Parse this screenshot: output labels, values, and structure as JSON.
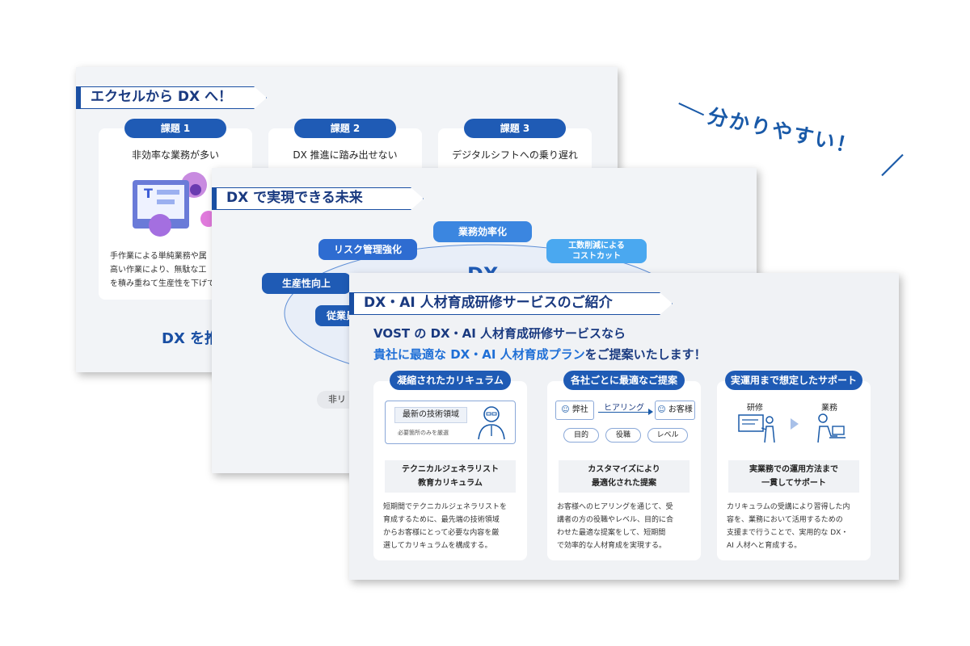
{
  "headline": "分かりやすい！",
  "slide1": {
    "title": "エクセルから DX へ！",
    "issues": [
      {
        "tag": "課題 1",
        "text": "非効率な業務が多い"
      },
      {
        "tag": "課題 2",
        "text": "DX 推進に踏み出せない"
      },
      {
        "tag": "課題 3",
        "text": "デジタルシフトへの乗り遅れ"
      }
    ],
    "desc_lines": [
      "手作業による単純業務や属",
      "高い作業により、無駄な工",
      "を積み重ねて生産性を下げて"
    ],
    "bottom": "DX を推"
  },
  "slide2": {
    "title": "DX で実現できる未来",
    "items": [
      "業務効率化",
      "リスク管理強化",
      "工数削減による",
      "コストカット",
      "生産性向上",
      "従業員"
    ],
    "center": "DX",
    "bottom_tag": "非リ"
  },
  "slide3": {
    "title": "DX・AI 人材育成研修サービスのご紹介",
    "lead1": "VOST の DX・AI 人材育成研修サービスなら",
    "lead2_blue": "貴社に最適な DX・AI 人材育成プラン",
    "lead2_rest": "をご提案いたします！",
    "cols": [
      {
        "tag": "凝縮されたカリキュラム",
        "box_title": "最新の技術領域",
        "box_sub": "必要箇所のみを厳選",
        "head1": "テクニカルジェネラリスト",
        "head2": "教育カリキュラム",
        "body": [
          "短期間でテクニカルジェネラリストを",
          "育成するために、最先端の技術領域",
          "からお客様にとって必要な内容を厳",
          "選してカリキュラムを構成する。"
        ]
      },
      {
        "tag": "各社ごとに最適なご提案",
        "left": "弊社",
        "mid": "ヒアリング",
        "right": "お客様",
        "chips": [
          "目的",
          "役職",
          "レベル"
        ],
        "head1": "カスタマイズにより",
        "head2": "最適化された提案",
        "body": [
          "お客様へのヒアリングを通じて、受",
          "講者の方の役職やレベル、目的に合",
          "わせた最適な提案をして、短期間",
          "で効率的な人材育成を実現する。"
        ]
      },
      {
        "tag": "実運用まで想定したサポート",
        "left": "研修",
        "right": "業務",
        "head1": "実業務での運用方法まで",
        "head2": "一貫してサポート",
        "body": [
          "カリキュラムの受講により習得した内",
          "容を、業務において活用するための",
          "支援まで行うことで、実用的な DX・",
          "AI 人材へと育成する。"
        ]
      }
    ]
  },
  "colors": {
    "accent": "#1f5bb5",
    "navy": "#1a3a80",
    "sky": "#4aa8f0"
  }
}
